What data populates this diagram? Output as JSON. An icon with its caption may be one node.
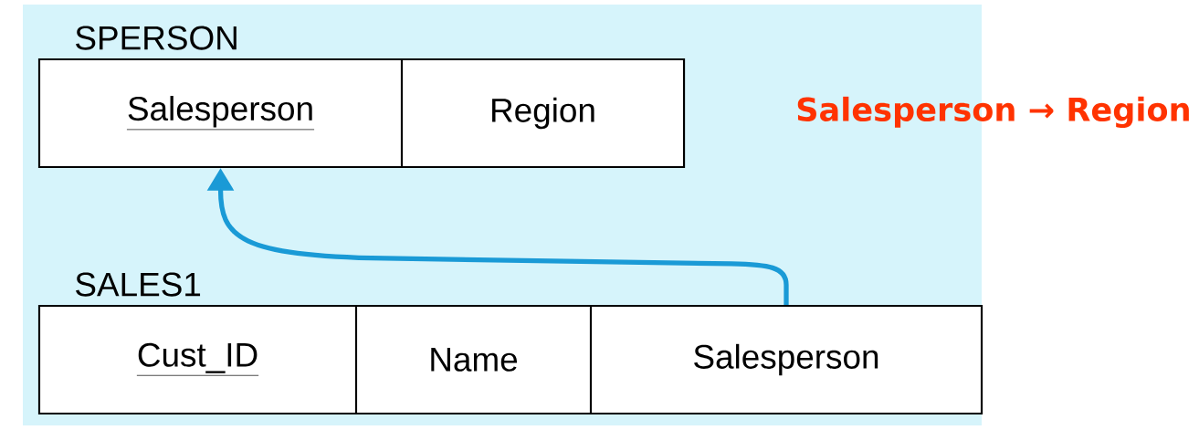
{
  "diagram": {
    "nodes": [
      {
        "text": [
          "SPERSON"
        ]
      },
      {
        "text": [
          "Salesperson"
        ],
        "in": 0
      },
      {
        "text": [
          "Region"
        ],
        "in": 0
      },
      {
        "text": [
          "SALES1"
        ]
      },
      {
        "text": [
          "Cust_ID"
        ],
        "in": 3
      },
      {
        "text": [
          "Name"
        ],
        "in": 3
      },
      {
        "text": [
          "Salesperson"
        ],
        "in": 3
      }
    ],
    "edges": [
      {
        "from": 6,
        "to": 1,
        "arrow": "to",
        "color": "#1a9ad6"
      }
    ],
    "labels": [
      "Salesperson → Region"
    ]
  }
}
